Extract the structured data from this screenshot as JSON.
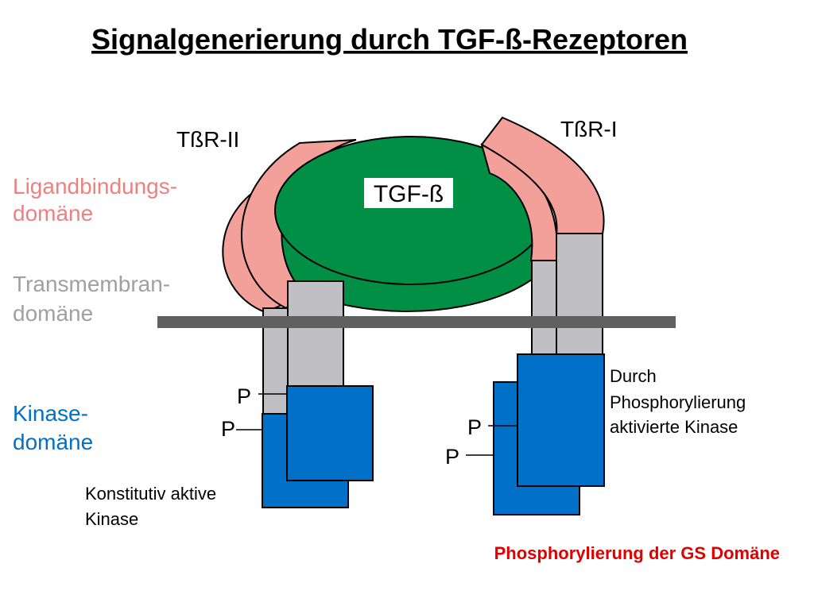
{
  "title": "Signalgenerierung durch TGF-ß-Rezeptoren",
  "ligand": {
    "label": "TGF-ß"
  },
  "receptors": {
    "type2": {
      "label": "TßR-II",
      "kinase_note_line1": "Konstitutiv aktive",
      "kinase_note_line2": "Kinase"
    },
    "type1": {
      "label": "TßR-I",
      "kinase_note_line1": "Durch",
      "kinase_note_line2": "Phosphorylierung",
      "kinase_note_line3": "aktivierte Kinase"
    }
  },
  "domains": {
    "ligand_binding_line1": "Ligandbindungs-",
    "ligand_binding_line2": "domäne",
    "transmembrane_line1": "Transmembran-",
    "transmembrane_line2": "domäne",
    "kinase_line1": "Kinase-",
    "kinase_line2": "domäne"
  },
  "phospho": {
    "label": "P"
  },
  "footer": "Phosphorylierung der GS Domäne",
  "colors": {
    "ligand_binding": "#f4a09a",
    "ligand": "#008f45",
    "transmembrane": "#c0c0c4",
    "kinase": "#0070c8",
    "membrane": "#606060",
    "ligand_binding_text": "#f08080",
    "transmembrane_text": "#a0a0a0",
    "kinase_text": "#0070c8",
    "footer_text": "#e00000"
  }
}
